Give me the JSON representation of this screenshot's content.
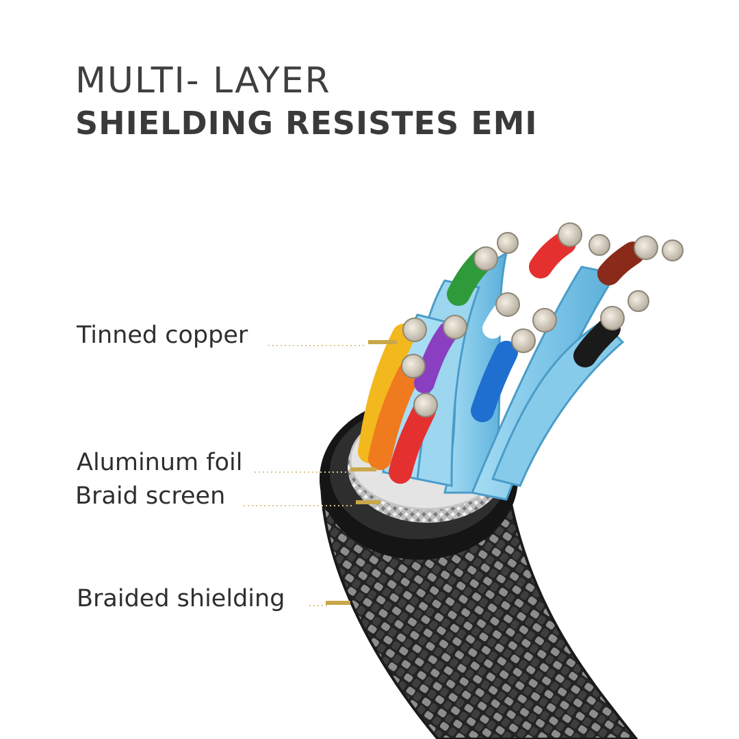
{
  "headline": {
    "line1": "MULTI- LAYER",
    "line2": "SHIELDING RESISTES EMI"
  },
  "callouts": [
    {
      "label": "Tinned copper"
    },
    {
      "label": "Aluminum foil"
    },
    {
      "label": "Braid screen"
    },
    {
      "label": "Braided shielding"
    }
  ],
  "colors": {
    "text": "#3d3d3d",
    "leader_line": "#c9a84a",
    "leader_dots": "#d8c48a",
    "jacket_blue": "#8fd0ec",
    "braid": "#2b2b2b",
    "foil": "#d9d9d9",
    "copper_strands": "#d8d2c6"
  },
  "wire_colors": [
    "#2e9a3a",
    "#e53030",
    "#8a2a1a",
    "#f2b81e",
    "#f07a1e",
    "#8a3fc0",
    "#1e6fd0",
    "#1a1a1a",
    "#ffffff"
  ]
}
